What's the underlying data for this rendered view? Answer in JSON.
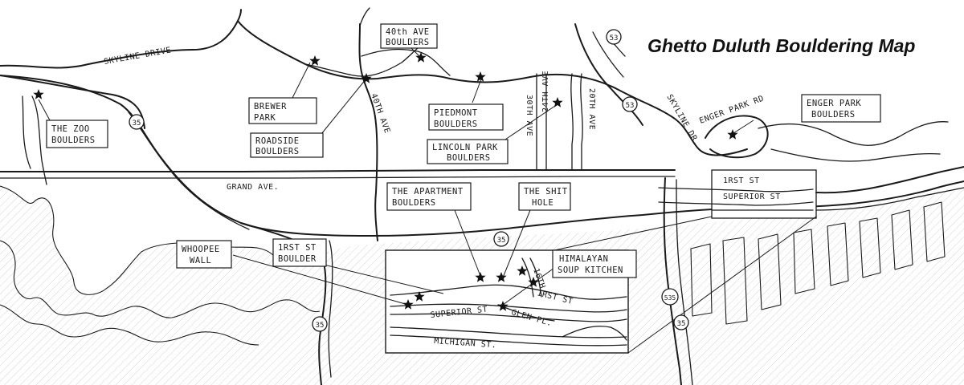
{
  "title": "Ghetto Duluth Bouldering Map",
  "roads": {
    "skyline_drive": "SKYLINE DRIVE",
    "skyline_dr": "SKYLINE DR.",
    "grand_ave": "GRAND AVE.",
    "ave_40th": "40TH AVE",
    "ave_30th": "30TH AVE",
    "ave_24th": "24TH AVE",
    "ave_20th": "20TH AVE",
    "superior_st_east": "SUPERIOR ST",
    "first_st_east": "1RST ST",
    "enger_park_rd": "ENGER PARK RD",
    "superior_st": "SUPERIOR ST",
    "first_st": "1RST ST",
    "michigan_st": "MICHIGAN ST.",
    "glen_pl": "GLEN PL.",
    "street_16": "16TH",
    "i35_west": "35",
    "i35_mid": "35",
    "hwy_53": "53",
    "hwy_53_lower": "53",
    "i535": "535",
    "i35_south": "35",
    "i35_bottom": "35"
  },
  "locations": [
    {
      "id": "the-zoo-boulders",
      "lines": [
        "THE ZOO",
        "BOULDERS"
      ]
    },
    {
      "id": "brewer-park",
      "lines": [
        "BREWER",
        "PARK"
      ]
    },
    {
      "id": "roadside-boulders",
      "lines": [
        "ROADSIDE",
        "BOULDERS"
      ]
    },
    {
      "id": "40th-ave-boulders",
      "lines": [
        "40th AVE",
        "BOULDERS"
      ]
    },
    {
      "id": "piedmont-boulders",
      "lines": [
        "PIEDMONT",
        "BOULDERS"
      ]
    },
    {
      "id": "lincoln-park-boulders",
      "lines": [
        "LINCOLN PARK",
        "BOULDERS"
      ]
    },
    {
      "id": "enger-park-boulders",
      "lines": [
        "ENGER PARK",
        "BOULDERS"
      ]
    },
    {
      "id": "the-apartment-boulders",
      "lines": [
        "THE APARTMENT",
        "BOULDERS"
      ]
    },
    {
      "id": "the-shit-hole",
      "lines": [
        "THE SHIT'",
        "HOLE"
      ]
    },
    {
      "id": "whoopee-wall",
      "lines": [
        "WHOOPEE",
        "WALL"
      ]
    },
    {
      "id": "1rst-st-boulder",
      "lines": [
        "1RST ST",
        "BOULDER"
      ]
    },
    {
      "id": "himalayan-soup-kitchen",
      "lines": [
        "HIMALAYAN",
        "SOUP KITCHEN"
      ]
    }
  ],
  "stars": 14
}
